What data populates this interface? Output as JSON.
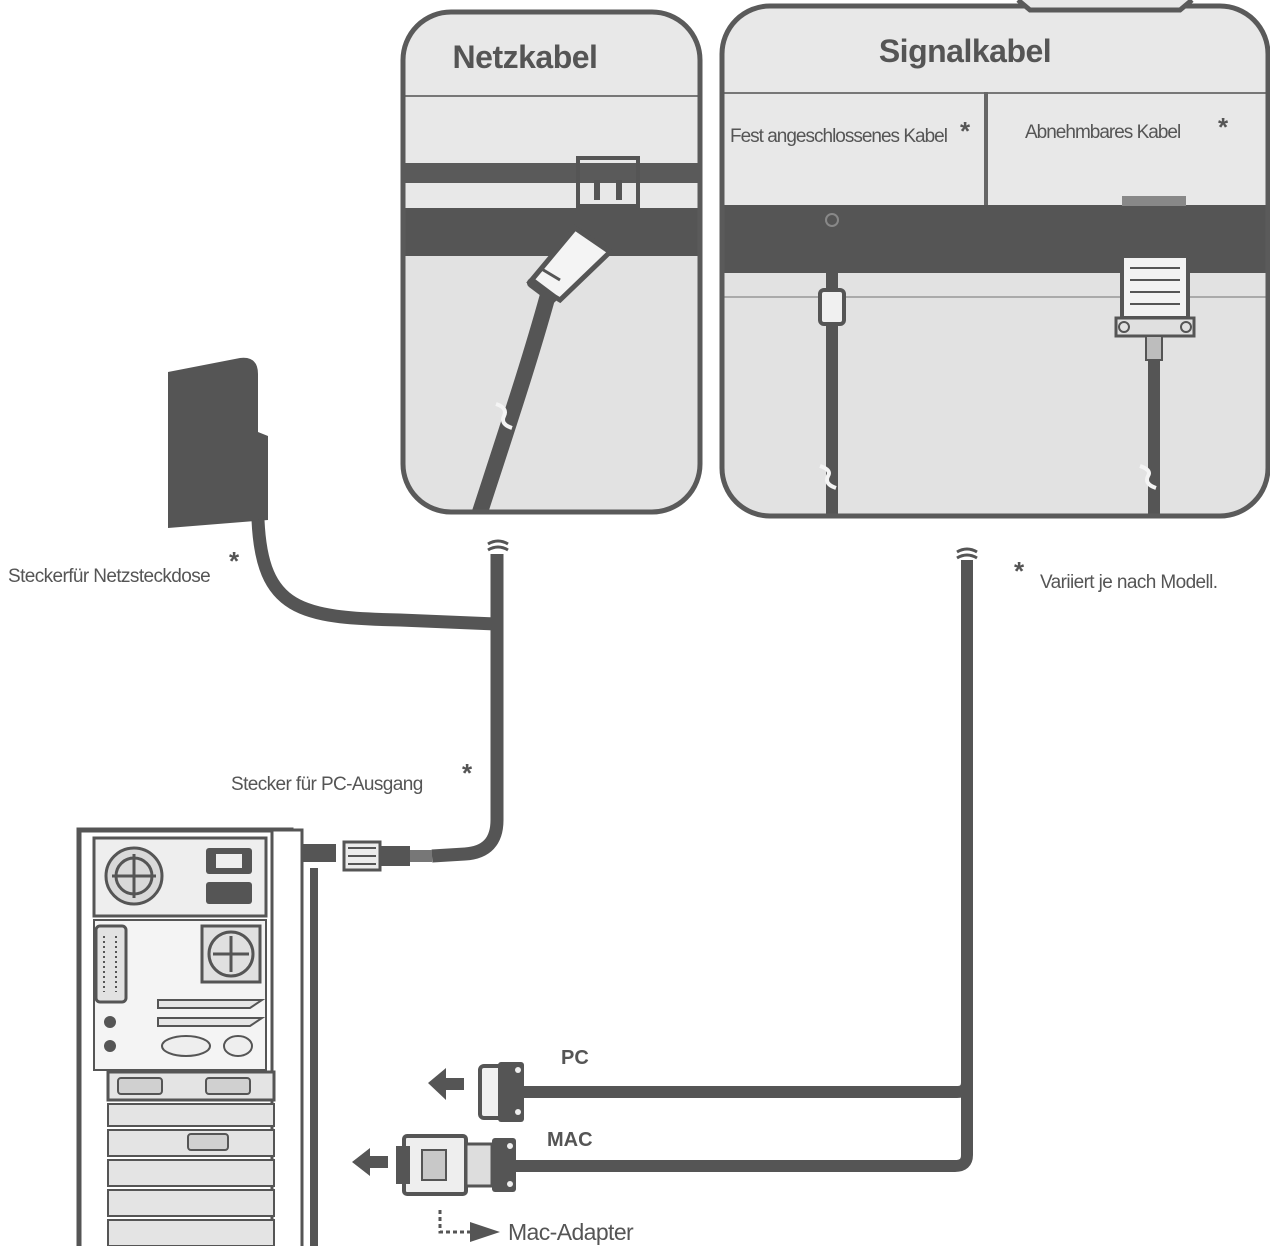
{
  "panels": {
    "power": {
      "title": "Netzkabel"
    },
    "signal": {
      "title": "Signalkabel",
      "fixed_cable": "Fest angeschlossenes Kabel",
      "detachable_cable": "Abnehmbares Kabel"
    }
  },
  "labels": {
    "wall_plug": "Steckerfür Netzsteckdose",
    "pc_plug": "Stecker für PC-Ausgang",
    "note": "Variiert je nach Modell.",
    "asterisk": "*",
    "pc": "PC",
    "mac": "MAC",
    "mac_adapter": "Mac-Adapter"
  },
  "colors": {
    "ink": "#555555",
    "panel_fill": "#e6e6e6",
    "panel_outline": "#5a5a5a",
    "band": "#555555",
    "body_light": "#d0d0d0"
  }
}
